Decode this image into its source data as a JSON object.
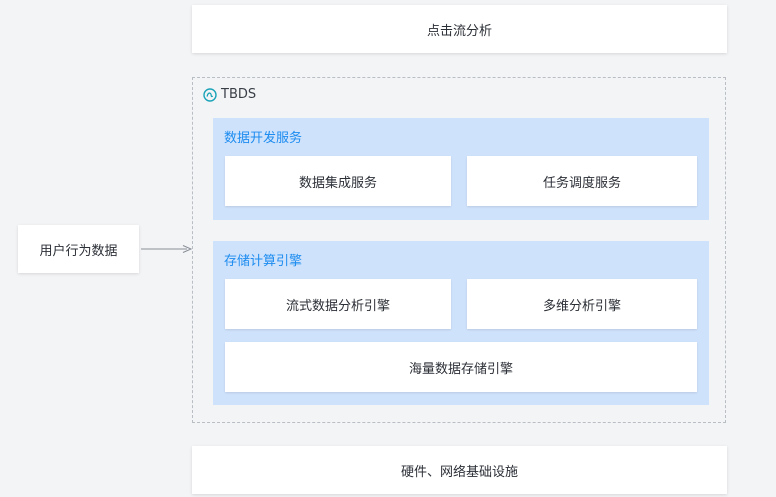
{
  "top": {
    "label": "点击流分析"
  },
  "source": {
    "label": "用户行为数据"
  },
  "tbds": {
    "title": "TBDS",
    "dev_panel": {
      "title": "数据开发服务",
      "items": [
        "数据集成服务",
        "任务调度服务"
      ]
    },
    "storage_panel": {
      "title": "存储计算引擎",
      "items": [
        "流式数据分析引擎",
        "多维分析引擎",
        "海量数据存储引擎"
      ]
    }
  },
  "bottom": {
    "label": "硬件、网络基础设施"
  },
  "colors": {
    "accent": "#1c8cf0",
    "panel_bg": "#cfe2fb",
    "page_bg": "#f3f4f6"
  },
  "icons": {
    "tbds_logo": "tbds-logo-icon",
    "arrow": "arrow-right-icon"
  }
}
